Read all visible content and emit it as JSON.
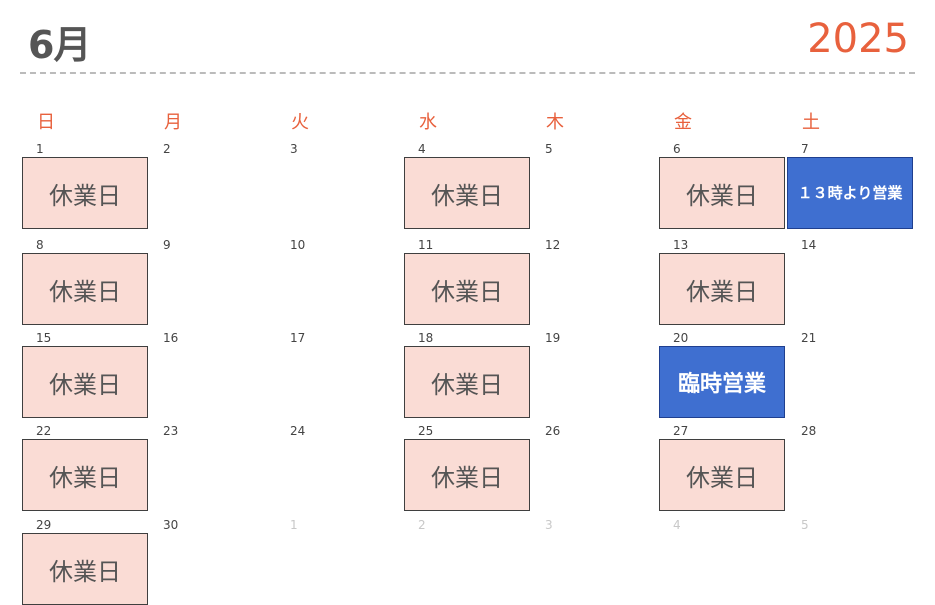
{
  "header": {
    "month": "6月",
    "year": "2025"
  },
  "weekdays": [
    "日",
    "月",
    "火",
    "水",
    "木",
    "金",
    "土"
  ],
  "days": [
    {
      "label": "1",
      "other": false
    },
    {
      "label": "2",
      "other": false
    },
    {
      "label": "3",
      "other": false
    },
    {
      "label": "4",
      "other": false
    },
    {
      "label": "5",
      "other": false
    },
    {
      "label": "6",
      "other": false
    },
    {
      "label": "7",
      "other": false
    },
    {
      "label": "8",
      "other": false
    },
    {
      "label": "9",
      "other": false
    },
    {
      "label": "10",
      "other": false
    },
    {
      "label": "11",
      "other": false
    },
    {
      "label": "12",
      "other": false
    },
    {
      "label": "13",
      "other": false
    },
    {
      "label": "14",
      "other": false
    },
    {
      "label": "15",
      "other": false
    },
    {
      "label": "16",
      "other": false
    },
    {
      "label": "17",
      "other": false
    },
    {
      "label": "18",
      "other": false
    },
    {
      "label": "19",
      "other": false
    },
    {
      "label": "20",
      "other": false
    },
    {
      "label": "21",
      "other": false
    },
    {
      "label": "22",
      "other": false
    },
    {
      "label": "23",
      "other": false
    },
    {
      "label": "24",
      "other": false
    },
    {
      "label": "25",
      "other": false
    },
    {
      "label": "26",
      "other": false
    },
    {
      "label": "27",
      "other": false
    },
    {
      "label": "28",
      "other": false
    },
    {
      "label": "29",
      "other": false
    },
    {
      "label": "30",
      "other": false
    },
    {
      "label": "1",
      "other": true
    },
    {
      "label": "2",
      "other": true
    },
    {
      "label": "3",
      "other": true
    },
    {
      "label": "4",
      "other": true
    },
    {
      "label": "5",
      "other": true
    }
  ],
  "events": [
    {
      "day": "1",
      "text": "休業日",
      "kind": "closed"
    },
    {
      "day": "4",
      "text": "休業日",
      "kind": "closed"
    },
    {
      "day": "6",
      "text": "休業日",
      "kind": "closed"
    },
    {
      "day": "7",
      "text": "１３時より営業",
      "kind": "open"
    },
    {
      "day": "8",
      "text": "休業日",
      "kind": "closed"
    },
    {
      "day": "11",
      "text": "休業日",
      "kind": "closed"
    },
    {
      "day": "13",
      "text": "休業日",
      "kind": "closed"
    },
    {
      "day": "15",
      "text": "休業日",
      "kind": "closed"
    },
    {
      "day": "18",
      "text": "休業日",
      "kind": "closed"
    },
    {
      "day": "20",
      "text": "臨時営業",
      "kind": "open"
    },
    {
      "day": "22",
      "text": "休業日",
      "kind": "closed"
    },
    {
      "day": "25",
      "text": "休業日",
      "kind": "closed"
    },
    {
      "day": "27",
      "text": "休業日",
      "kind": "closed"
    },
    {
      "day": "29",
      "text": "休業日",
      "kind": "closed"
    }
  ],
  "colors": {
    "accent": "#e8613d",
    "closed_bg": "#fadcd5",
    "open_bg": "#3f6fd0"
  }
}
